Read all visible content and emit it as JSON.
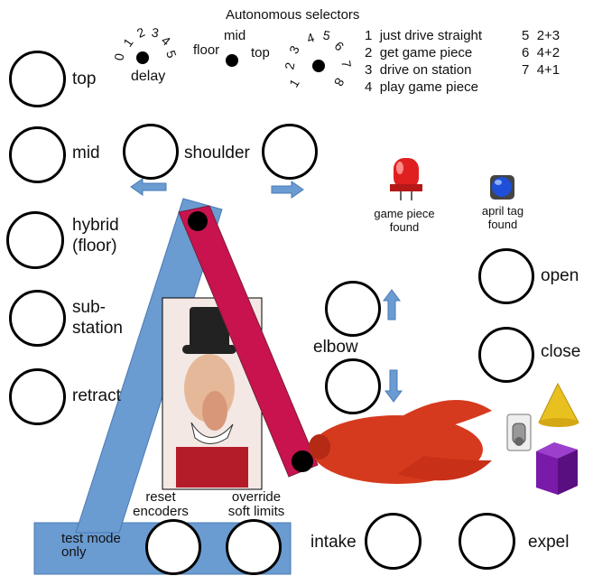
{
  "autonomous": {
    "title": "Autonomous selectors",
    "delay_label": "delay",
    "delay_numbers": [
      "0",
      "1",
      "2",
      "3",
      "4",
      "5"
    ],
    "height_labels": {
      "mid": "mid",
      "floor": "floor",
      "top": "top"
    },
    "auto_numbers": [
      "1",
      "2",
      "3",
      "4",
      "5",
      "6",
      "7",
      "8"
    ],
    "key": [
      {
        "num": "1",
        "text": "just drive straight"
      },
      {
        "num": "2",
        "text": "get game piece"
      },
      {
        "num": "3",
        "text": "drive on station"
      },
      {
        "num": "4",
        "text": "play game piece"
      },
      {
        "num": "5",
        "text": "2+3"
      },
      {
        "num": "6",
        "text": "4+2"
      },
      {
        "num": "7",
        "text": "4+1"
      }
    ]
  },
  "left_buttons": {
    "top": "top",
    "mid": "mid",
    "hybrid": "hybrid\n(floor)",
    "substation": "sub-\nstation",
    "retract": "retract"
  },
  "shoulder_label": "shoulder",
  "elbow_label": "elbow",
  "indicators": {
    "game_piece": "game piece\nfound",
    "april_tag": "april tag\nfound",
    "red_led_color": "#e02020",
    "blue_led_color": "#1f4fd8"
  },
  "claw_buttons": {
    "open": "open",
    "close": "close"
  },
  "bottom": {
    "test_mode": "test mode\nonly",
    "reset": "reset\nencoders",
    "override": "override\nsoft limits",
    "intake": "intake",
    "expel": "expel"
  },
  "colors": {
    "arm_blue": "#6a9bd1",
    "arm_red": "#c8134e",
    "arrow_blue": "#6a9bd1",
    "cone": "#e8c020",
    "cube": "#7a1aa8"
  }
}
